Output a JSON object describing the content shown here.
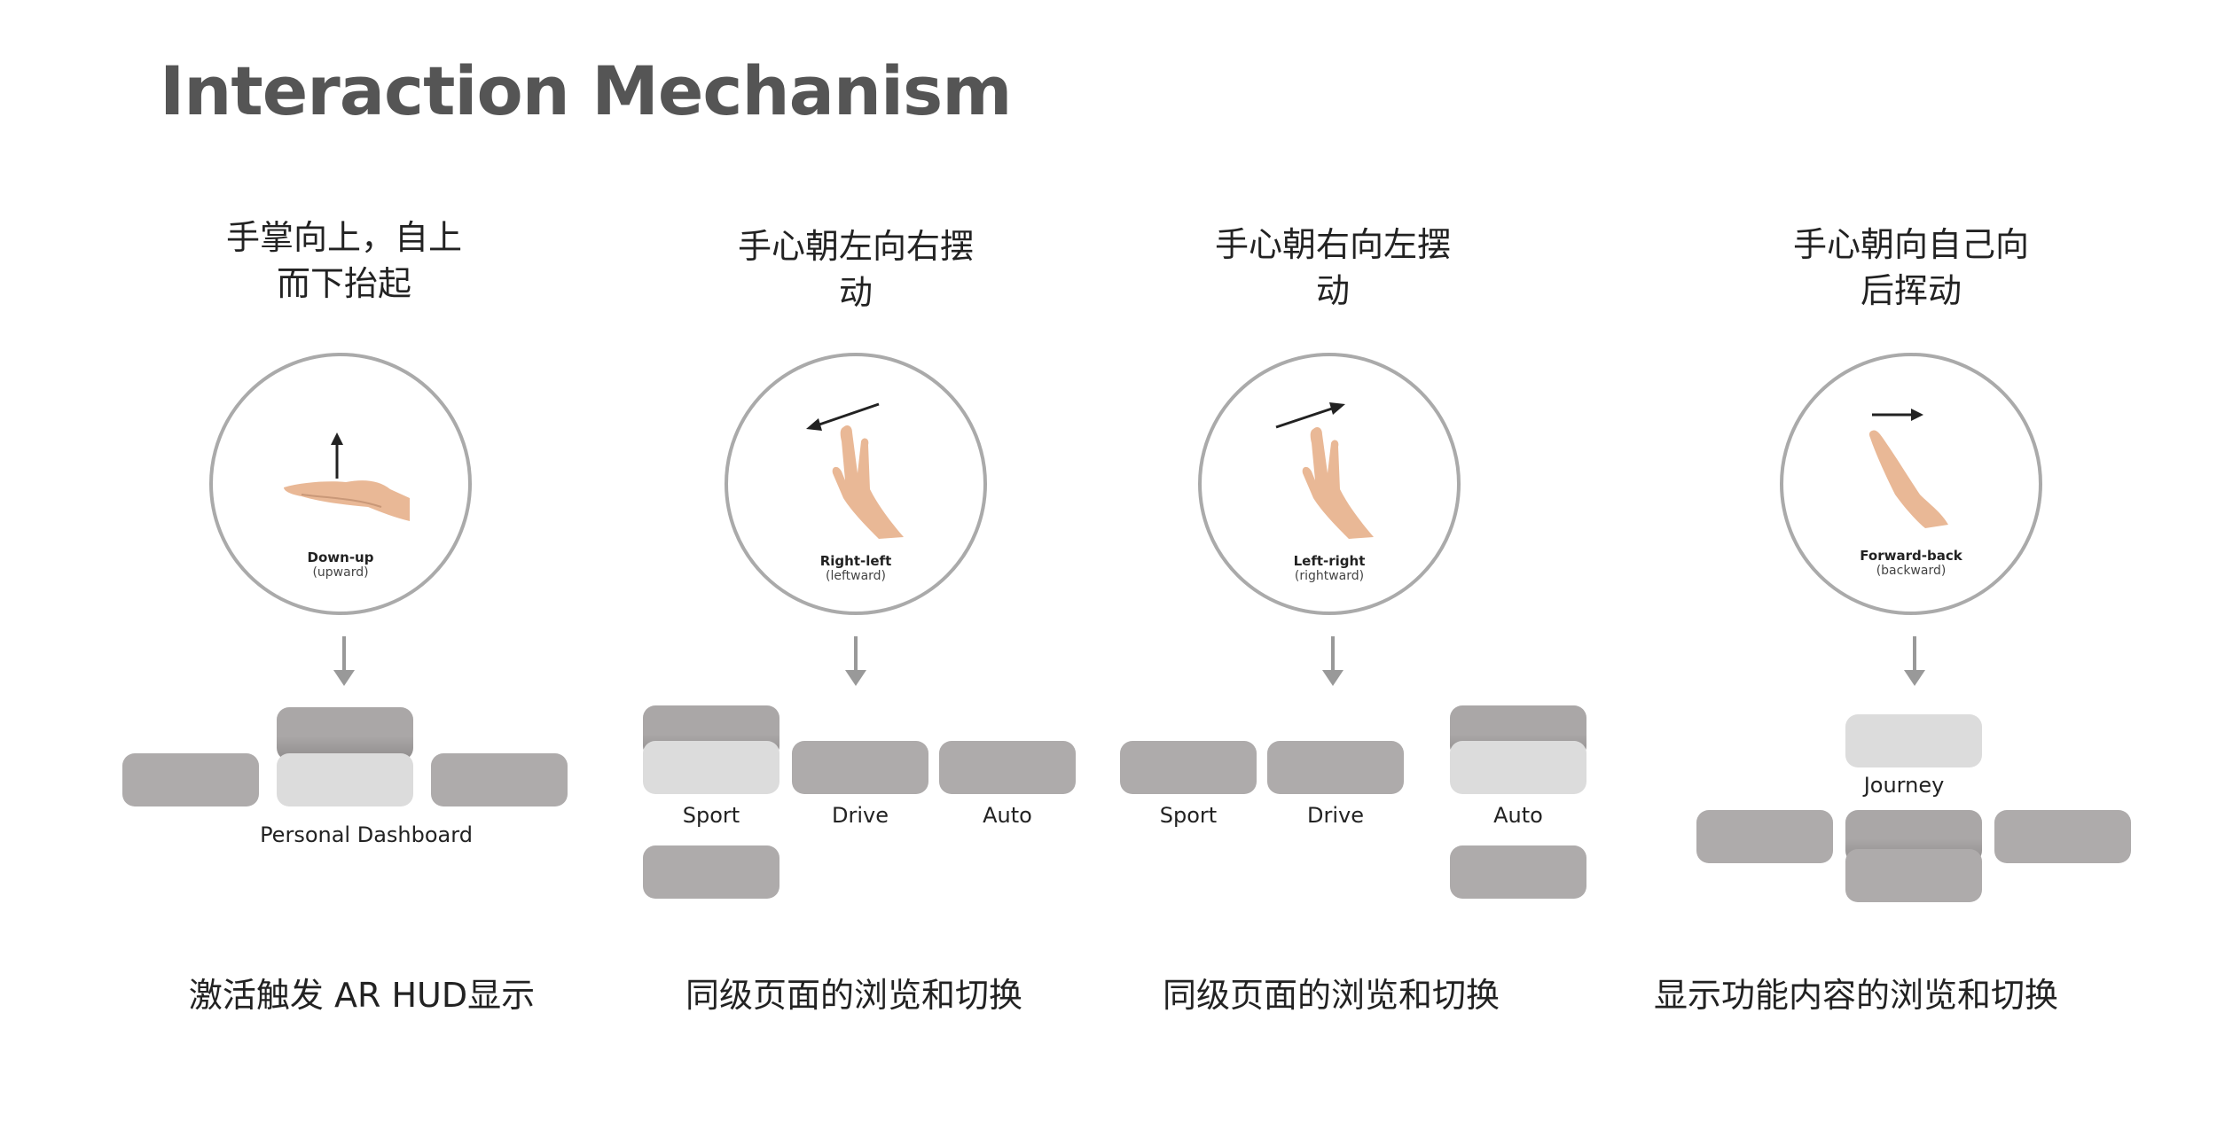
{
  "title": "Interaction Mechanism",
  "columns": [
    {
      "heading": "手掌向上，自上\n而下抬起",
      "gesture_label": "Down-up",
      "gesture_sub": "(upward)",
      "gesture_icon": "palm-up-hand-icon",
      "card_labels": [
        "Personal Dashboard"
      ],
      "caption": "激活触发 AR HUD显示"
    },
    {
      "heading": "手心朝左向右摆\n动",
      "gesture_label": "Right-left",
      "gesture_sub": "(leftward)",
      "gesture_icon": "hand-swipe-left-icon",
      "card_labels": [
        "Sport",
        "Drive",
        "Auto"
      ],
      "caption": "同级页面的浏览和切换"
    },
    {
      "heading": "手心朝右向左摆\n动",
      "gesture_label": "Left-right",
      "gesture_sub": "(rightward)",
      "gesture_icon": "hand-swipe-right-icon",
      "card_labels": [
        "Sport",
        "Drive",
        "Auto"
      ],
      "caption": "同级页面的浏览和切换"
    },
    {
      "heading": "手心朝向自己向\n后挥动",
      "gesture_label": "Forward-back",
      "gesture_sub": "(backward)",
      "gesture_icon": "hand-wave-back-icon",
      "card_labels": [
        "Journey"
      ],
      "caption": "显示功能内容的浏览和切换"
    }
  ],
  "colors": {
    "title": "#555555",
    "circle_border": "#aaaaaa",
    "card": "#aeabab",
    "card_active": "#dcdcdc",
    "arrow": "#999999"
  }
}
